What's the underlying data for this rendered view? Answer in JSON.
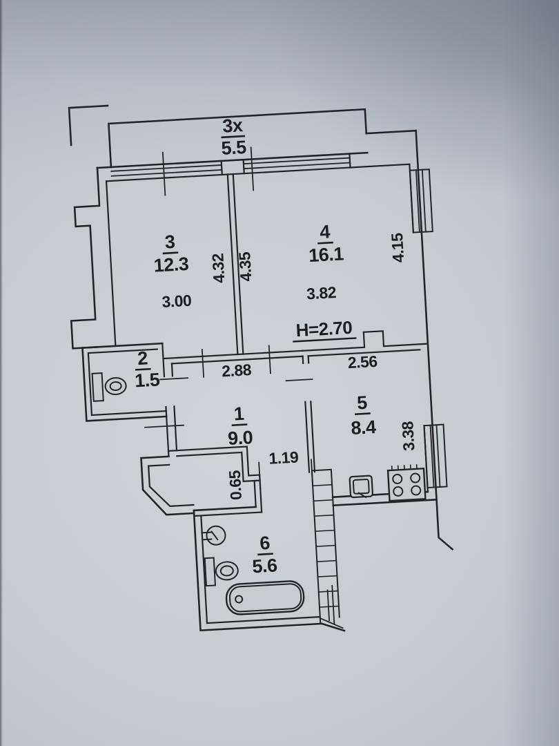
{
  "floor_plan": {
    "ceiling_height": "H=2.70",
    "rooms": [
      {
        "name": "loggia",
        "number": "3x",
        "area": "5.5"
      },
      {
        "name": "room",
        "number": "3",
        "area": "12.3",
        "width": "3.00",
        "depth": "4.32"
      },
      {
        "name": "room",
        "number": "4",
        "area": "16.1",
        "width": "3.82",
        "depth": "4.35",
        "depth_right": "4.15"
      },
      {
        "name": "wc",
        "number": "2",
        "area": "1.5"
      },
      {
        "name": "hallway",
        "number": "1",
        "area": "9.0",
        "width": "2.88"
      },
      {
        "name": "kitchen",
        "number": "5",
        "area": "8.4",
        "width": "2.56",
        "depth": "3.38"
      },
      {
        "name": "bathroom",
        "number": "6",
        "area": "5.6",
        "door_width": "1.19",
        "door_offset": "0.65"
      }
    ],
    "colors": {
      "paper": "#c8ccd3",
      "ink": "#1d1f24"
    }
  }
}
